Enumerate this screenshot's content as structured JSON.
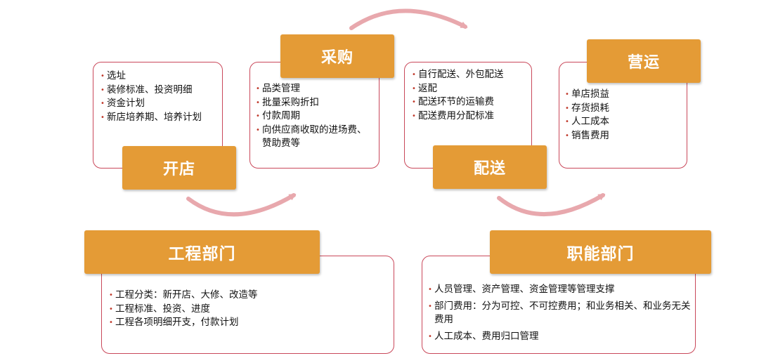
{
  "sections": {
    "kaidian": {
      "title": "开店",
      "items": [
        "选址",
        "装修标准、投资明细",
        "资金计划",
        "新店培养期、培养计划"
      ]
    },
    "caigou": {
      "title": "采购",
      "items": [
        "品类管理",
        "批量采购折扣",
        "付款周期",
        "向供应商收取的进场费、赞助费等"
      ]
    },
    "peisong": {
      "title": "配送",
      "items": [
        "自行配送、外包配送",
        "返配",
        "配送环节的运输费",
        "配送费用分配标准"
      ]
    },
    "yingyun": {
      "title": "营运",
      "items": [
        "单店损益",
        "存货损耗",
        "人工成本",
        "销售费用"
      ]
    },
    "gongcheng": {
      "title": "工程部门",
      "items": [
        "工程分类：新开店、大修、改造等",
        "工程标准、投资、进度",
        "工程各项明细开支，付款计划"
      ]
    },
    "zhineng": {
      "title": "职能部门",
      "items": [
        "人员管理、资产管理、资金管理等管理支撑",
        "部门费用：分为可控、不可控费用；和业务相关、和业务无关费用",
        "人工成本、费用归口管理"
      ]
    }
  },
  "colors": {
    "label_fill": "#e49b36",
    "box_border": "#c9485a",
    "arrow": "#e8a8ad",
    "text": "#111111"
  }
}
